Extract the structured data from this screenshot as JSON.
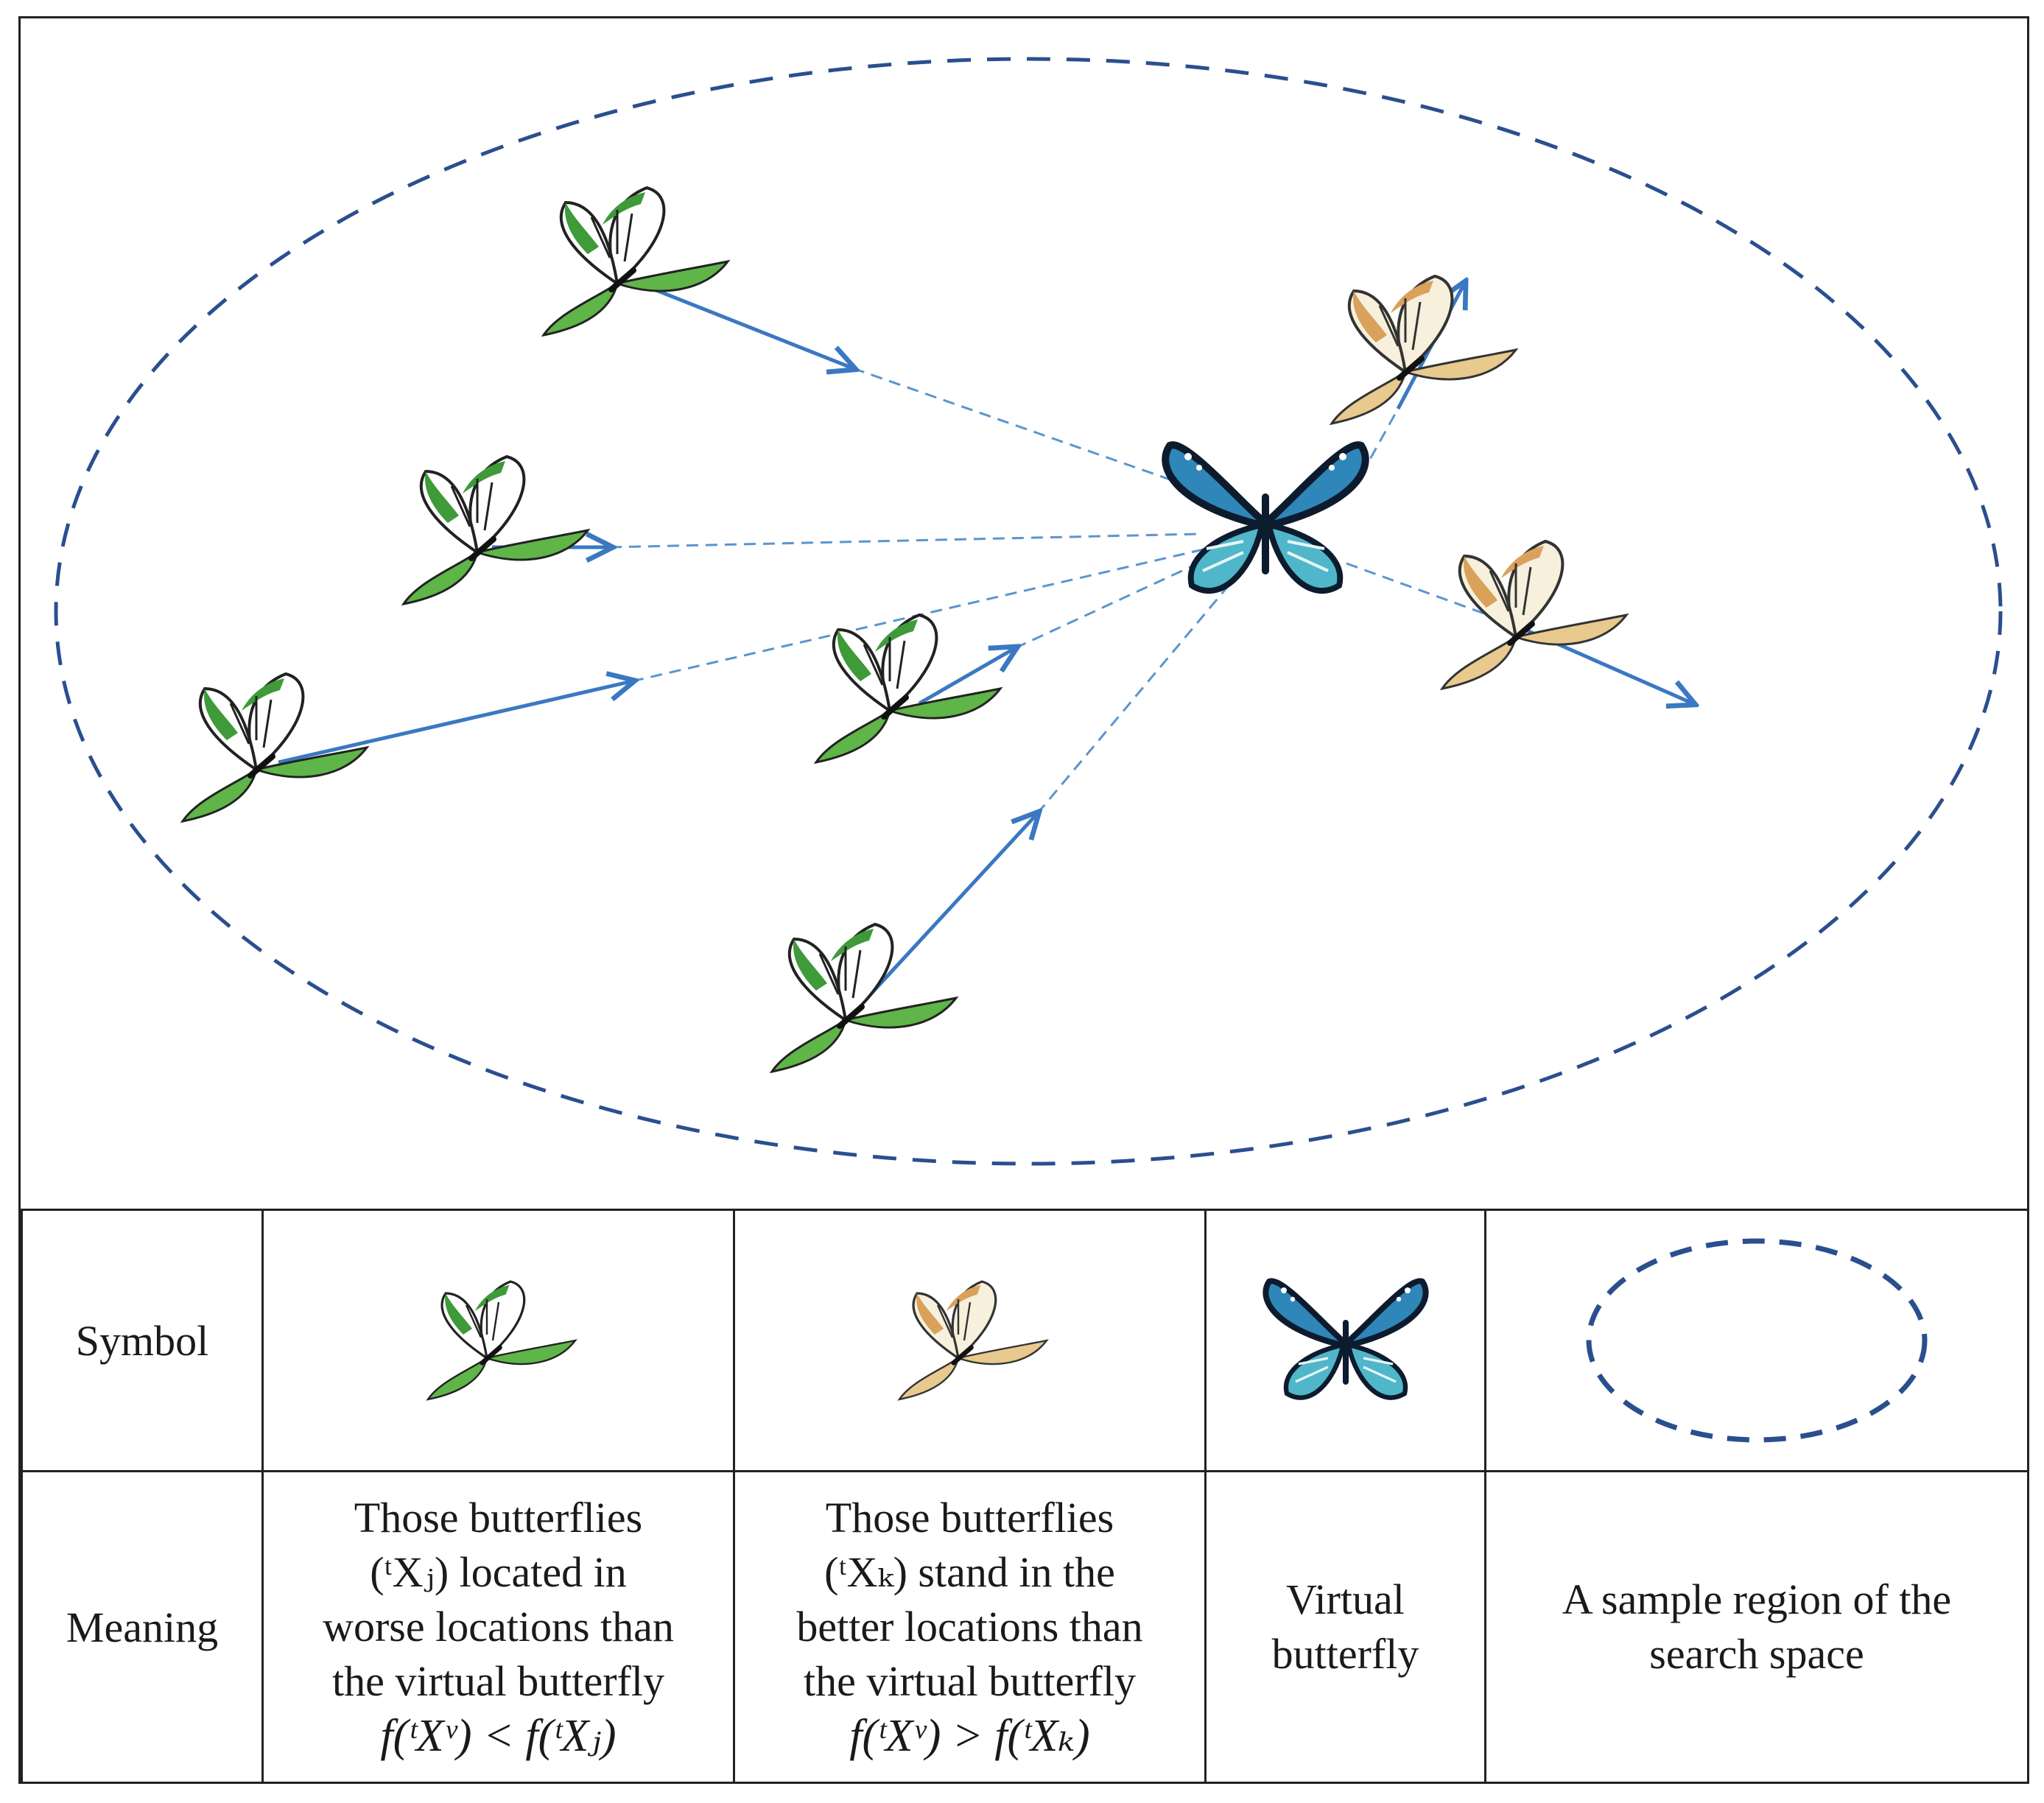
{
  "legend": {
    "symbol_header": "Symbol",
    "meaning_header": "Meaning",
    "meanings": [
      {
        "lines": [
          "Those butterflies",
          "(ᵗXⱼ) located in",
          "worse locations than",
          "the virtual butterfly"
        ],
        "formula": "f(ᵗXᵛ) < f(ᵗXⱼ)"
      },
      {
        "lines": [
          "Those butterflies",
          "(ᵗXₖ) stand in the",
          "better locations than",
          "the virtual butterfly"
        ],
        "formula": "f(ᵗXᵛ) > f(ᵗXₖ)"
      },
      {
        "lines": [
          "Virtual",
          "butterfly"
        ],
        "formula": ""
      },
      {
        "lines": [
          "A sample region of the",
          "search space"
        ],
        "formula": ""
      }
    ]
  },
  "colors": {
    "worse_butterfly": "#3f9a3a",
    "better_butterfly": "#d9a15a",
    "virtual_butterfly": "#2f86b8",
    "arrow": "#3a78c2",
    "region_outline": "#2a4f8f"
  },
  "icons": {
    "worse_butterfly": "green-butterfly-icon",
    "better_butterfly": "orange-butterfly-icon",
    "virtual_butterfly": "blue-butterfly-icon",
    "search_region": "dashed-ellipse-icon"
  }
}
